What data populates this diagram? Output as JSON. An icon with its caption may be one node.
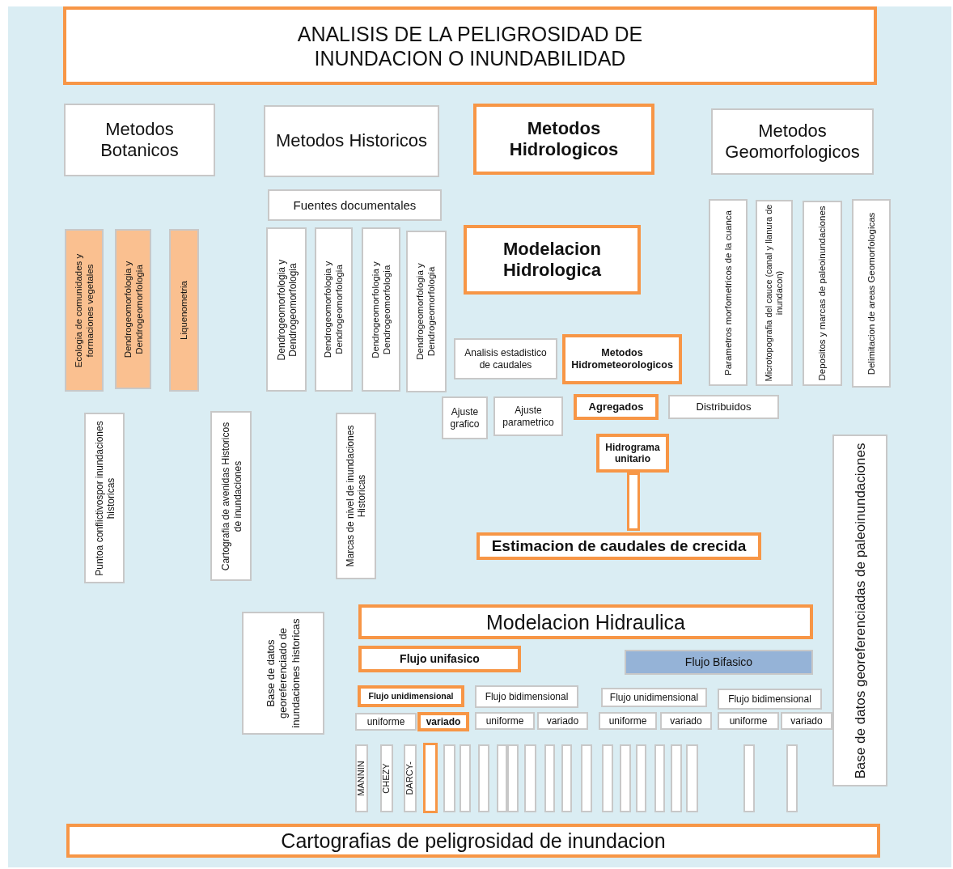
{
  "diagram": {
    "nodes": [
      {
        "text": [
          "ANALISIS DE LA PELIGROSIDAD DE INUNDACION O INUNDABILIDAD"
        ]
      },
      {
        "text": [
          "Metodos Botanicos"
        ]
      },
      {
        "text": [
          "Metodos Historicos"
        ]
      },
      {
        "text": [
          "Metodos Hidrologicos"
        ]
      },
      {
        "text": [
          "Metodos Geomorfologicos"
        ]
      },
      {
        "text": [
          "Fuentes documentales"
        ]
      },
      {
        "text": [
          "Ecologia de comunidades y formaciones vegetales"
        ]
      },
      {
        "text": [
          "Dendrogeomorfologia y Dendrogeomorfologia"
        ]
      },
      {
        "text": [
          "Liquenometria"
        ]
      },
      {
        "text": [
          "Dendrogeomorfologia y Dendrogeomorfologia"
        ]
      },
      {
        "text": [
          "Dendrogeomorfologia y Dendrogeomorfologia"
        ]
      },
      {
        "text": [
          "Dendrogeomorfologia y Dendrogeomorfologia"
        ]
      },
      {
        "text": [
          "Dendrogeomorfologia y Dendrogeomorfologia"
        ]
      },
      {
        "text": [
          "Modelacion Hidrologica"
        ]
      },
      {
        "text": [
          "Analisis estadistico de caudales"
        ]
      },
      {
        "text": [
          "Metodos Hidrometeorologicos"
        ]
      },
      {
        "text": [
          "Parametros morfometricos de la cuanca"
        ]
      },
      {
        "text": [
          "Microtopografia del cauce (canal y llanura de inundacon)"
        ]
      },
      {
        "text": [
          "Depositos y marcas de paleoinundaciones"
        ]
      },
      {
        "text": [
          "Delimitacion de areas Geomorfologicas"
        ]
      },
      {
        "text": [
          "Ajuste grafico"
        ]
      },
      {
        "text": [
          "Ajuste parametrico"
        ]
      },
      {
        "text": [
          "Agregados"
        ]
      },
      {
        "text": [
          "Distribuidos"
        ]
      },
      {
        "text": [
          "Hidrograma unitario"
        ]
      },
      {
        "text": [],
        "shape": "box"
      },
      {
        "text": [
          "Puntoa conflictivospor inundaciones historicas"
        ]
      },
      {
        "text": [
          "Cartografia de avenidas Historicos de inundaciones"
        ]
      },
      {
        "text": [
          "Marcas de nivel de inundaciones Historicas"
        ]
      },
      {
        "text": [
          "Estimacion de caudales de crecida"
        ]
      },
      {
        "text": [
          "Base de datos georeferenciadas de paleoinundaciones"
        ]
      },
      {
        "text": [
          "Base de datos georeferenciado de inundaciones historicas"
        ]
      },
      {
        "text": [
          "Modelacion Hidraulica"
        ]
      },
      {
        "text": [
          "Flujo unifasico"
        ]
      },
      {
        "text": [
          "Flujo Bifasico"
        ]
      },
      {
        "text": [
          "Flujo unidimensional"
        ]
      },
      {
        "text": [
          "Flujo bidimensional"
        ]
      },
      {
        "text": [
          "Flujo unidimensional"
        ]
      },
      {
        "text": [
          "Flujo bidimensional"
        ]
      },
      {
        "text": [
          "uniforme"
        ]
      },
      {
        "text": [
          "variado"
        ]
      },
      {
        "text": [
          "uniforme"
        ]
      },
      {
        "text": [
          "variado"
        ]
      },
      {
        "text": [
          "uniforme"
        ]
      },
      {
        "text": [
          "variado"
        ]
      },
      {
        "text": [
          "uniforme"
        ]
      },
      {
        "text": [
          "variado"
        ]
      },
      {
        "text": [
          "MANNIN"
        ]
      },
      {
        "text": [
          "CHEZY"
        ]
      },
      {
        "text": [
          "DARCY-"
        ]
      },
      {
        "text": [],
        "shape": "box"
      },
      {
        "text": [],
        "shape": "box"
      },
      {
        "text": [],
        "shape": "box"
      },
      {
        "text": [],
        "shape": "box"
      },
      {
        "text": [],
        "shape": "box"
      },
      {
        "text": [],
        "shape": "box"
      },
      {
        "text": [],
        "shape": "box"
      },
      {
        "text": [],
        "shape": "box"
      },
      {
        "text": [],
        "shape": "box"
      },
      {
        "text": [],
        "shape": "box"
      },
      {
        "text": [],
        "shape": "box"
      },
      {
        "text": [],
        "shape": "box"
      },
      {
        "text": [],
        "shape": "box"
      },
      {
        "text": [],
        "shape": "box"
      },
      {
        "text": [],
        "shape": "box"
      },
      {
        "text": [],
        "shape": "box"
      },
      {
        "text": [],
        "shape": "box"
      },
      {
        "text": [],
        "shape": "box"
      },
      {
        "text": [
          "Cartografias de peligrosidad de inundacion"
        ]
      }
    ],
    "edges": []
  }
}
